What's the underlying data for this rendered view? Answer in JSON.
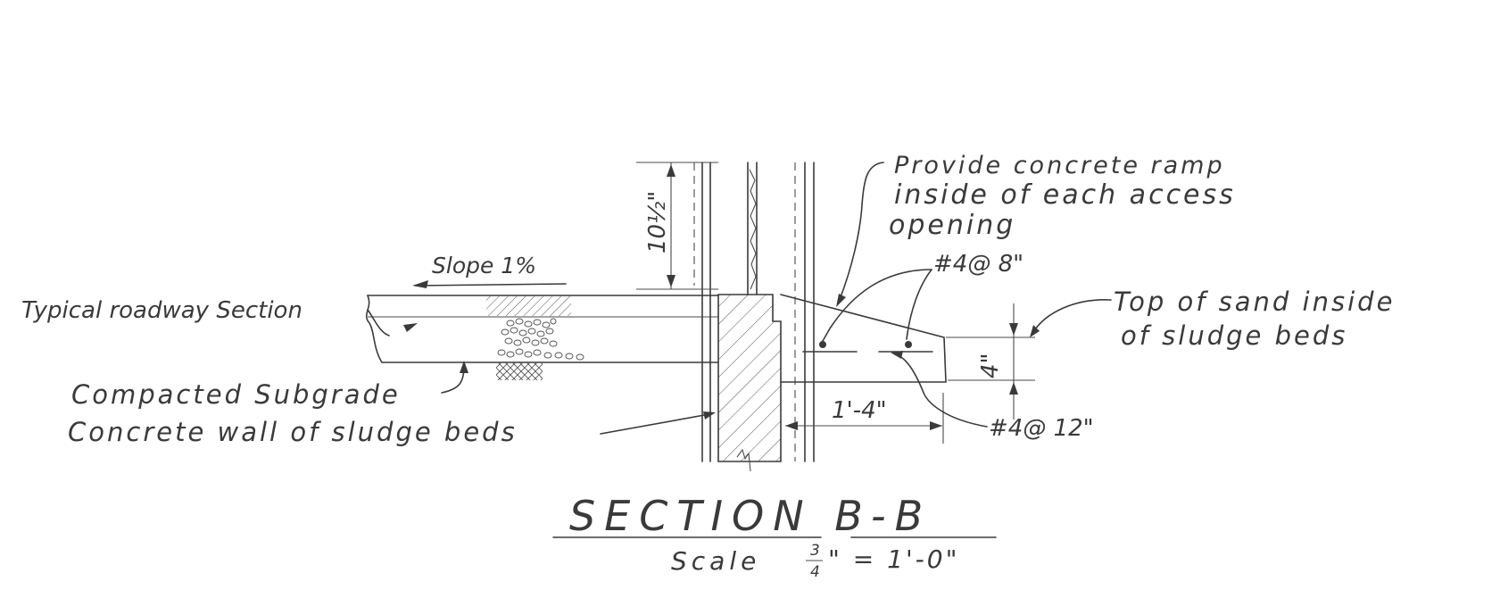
{
  "colors": {
    "ink": "#3a3a3a",
    "paper": "#ffffff"
  },
  "labels": {
    "dim_wall_height": "10½\"",
    "slope": "Slope 1%",
    "roadway": "Typical roadway Section",
    "subgrade": "Compacted Subgrade",
    "wall": "Concrete wall of sludge beds",
    "ramp_line1": "Provide concrete ramp",
    "ramp_line2": "inside of each access",
    "ramp_line3": "opening",
    "rebar_top": "#4@ 8\"",
    "sand_line1": "Top of sand inside",
    "sand_line2": "of sludge beds",
    "dim_ramp_height": "4\"",
    "dim_ramp_width": "1'-4\"",
    "rebar_bottom": "#4@ 12\""
  },
  "title": {
    "section": "SECTION B-B",
    "scale_word": "Scale",
    "scale_num": "3",
    "scale_den": "4",
    "scale_rest": "\" = 1'-0\""
  }
}
